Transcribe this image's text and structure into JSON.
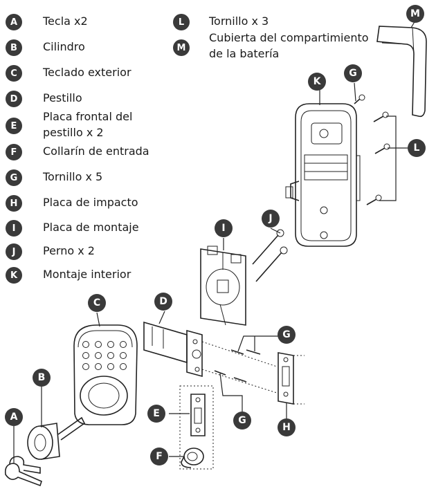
{
  "legend": [
    {
      "letter": "A",
      "label": "Tecla x2"
    },
    {
      "letter": "B",
      "label": "Cilindro"
    },
    {
      "letter": "C",
      "label": "Teclado exterior"
    },
    {
      "letter": "D",
      "label": "Pestillo"
    },
    {
      "letter": "E",
      "label_line1": "Placa frontal del",
      "label_line2": "pestillo x 2"
    },
    {
      "letter": "F",
      "label": "Collarín de entrada"
    },
    {
      "letter": "G",
      "label": "Tornillo x 5"
    },
    {
      "letter": "H",
      "label": "Placa de impacto"
    },
    {
      "letter": "I",
      "label": "Placa de montaje"
    },
    {
      "letter": "J",
      "label": "Perno x 2"
    },
    {
      "letter": "K",
      "label": "Montaje interior"
    },
    {
      "letter": "L",
      "label": "Tornillo x 3"
    },
    {
      "letter": "M",
      "label_line1": "Cubierta del compartimiento",
      "label_line2": "de la batería"
    }
  ],
  "callouts": {
    "a": "A",
    "b": "B",
    "c": "C",
    "d": "D",
    "e": "E",
    "f": "F",
    "g1": "G",
    "g2": "G",
    "g3": "G",
    "h": "H",
    "i": "I",
    "j": "J",
    "k": "K",
    "l": "L",
    "m": "M"
  },
  "colors": {
    "badge": "#3a3a3a",
    "line": "#222222",
    "background": "#ffffff"
  }
}
